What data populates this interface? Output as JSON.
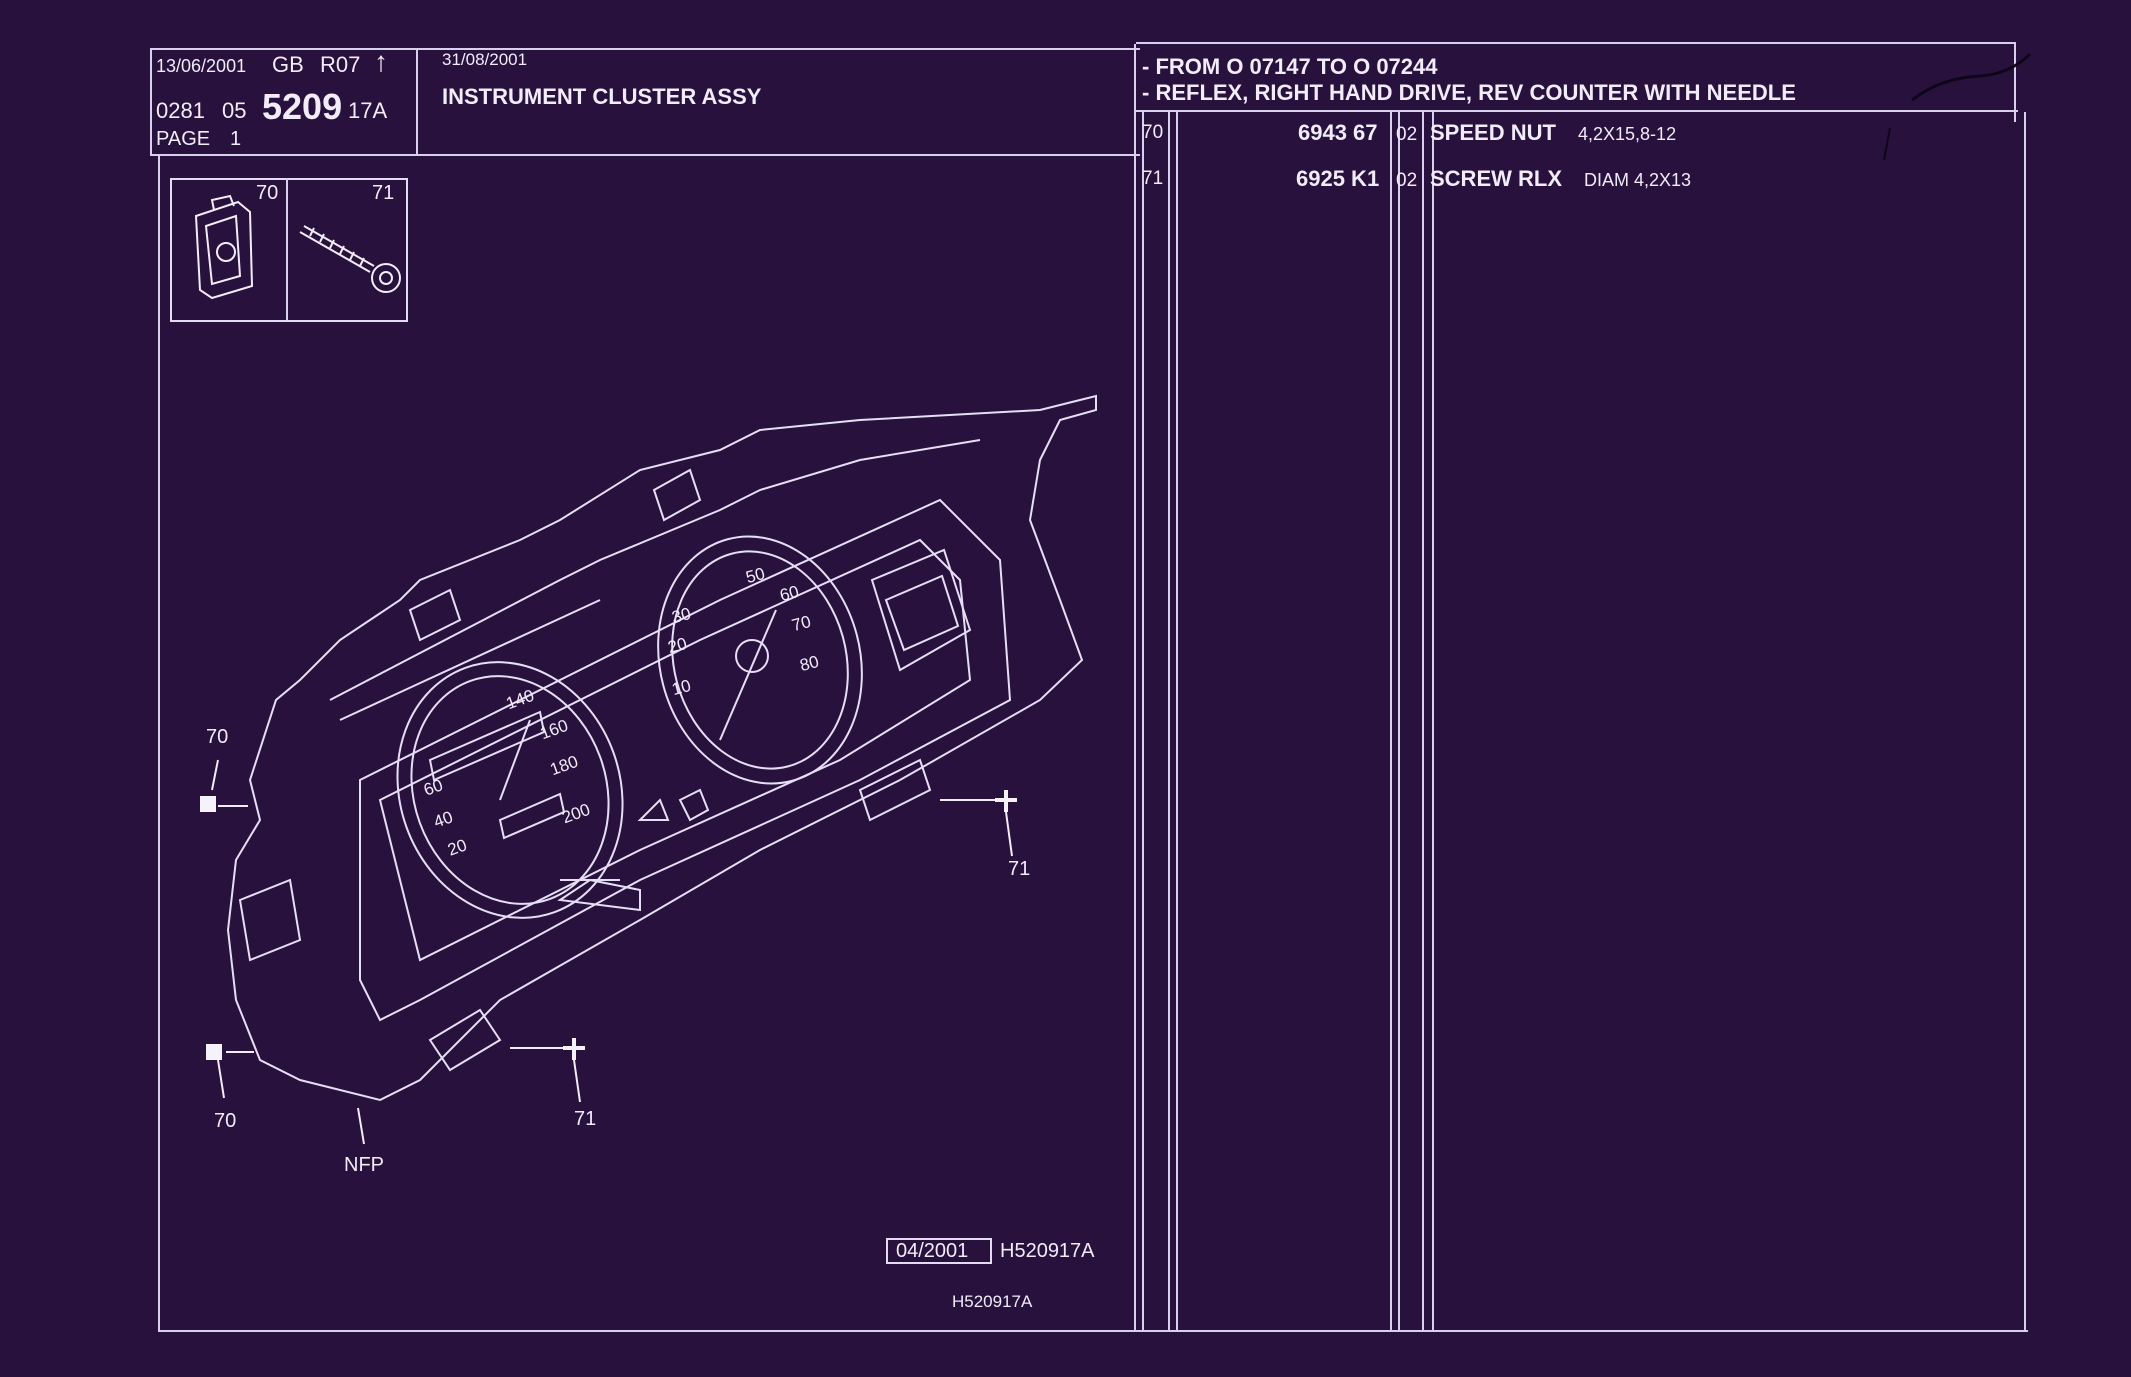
{
  "header": {
    "print_date": "13/06/2001",
    "lang": "GB",
    "revision": "R07",
    "arrow_icon": "up-arrow-icon",
    "ref_prefix": "0281",
    "ref_group": "05",
    "ref_number": "5209",
    "ref_suffix": "17A",
    "page_label": "PAGE",
    "page_number": "1",
    "issue_date": "31/08/2001",
    "title": "INSTRUMENT CLUSTER ASSY"
  },
  "applicability": {
    "line1": "- FROM  O   07147 TO  O   07244",
    "line2": "- REFLEX, RIGHT HAND DRIVE, REV COUNTER WITH NEEDLE"
  },
  "parts": [
    {
      "item": "70",
      "ref": "6943 67",
      "qty": "02",
      "name": "SPEED NUT",
      "spec": "4,2X15,8-12"
    },
    {
      "item": "71",
      "ref": "6925 K1",
      "qty": "02",
      "name": "SCREW RLX",
      "spec": "DIAM 4,2X13"
    }
  ],
  "thumbnails": [
    {
      "label": "70",
      "icon": "speed-nut-icon"
    },
    {
      "label": "71",
      "icon": "screw-icon"
    }
  ],
  "drawing": {
    "callout_70_top": "70",
    "callout_70_bottom": "70",
    "callout_71_right": "71",
    "callout_71_bottom": "71",
    "callout_nfp": "NFP",
    "speedo_ticks": [
      "140",
      "160",
      "180",
      "200",
      "60",
      "40",
      "20"
    ],
    "tacho_ticks": [
      "50",
      "60",
      "70",
      "80",
      "30",
      "20",
      "10"
    ]
  },
  "footer": {
    "drawing_date": "04/2001",
    "drawing_ref": "H520917A",
    "drawing_ref_small": "H520917A"
  },
  "colors": {
    "background": "#29113d",
    "line": "#d9d0ee"
  }
}
